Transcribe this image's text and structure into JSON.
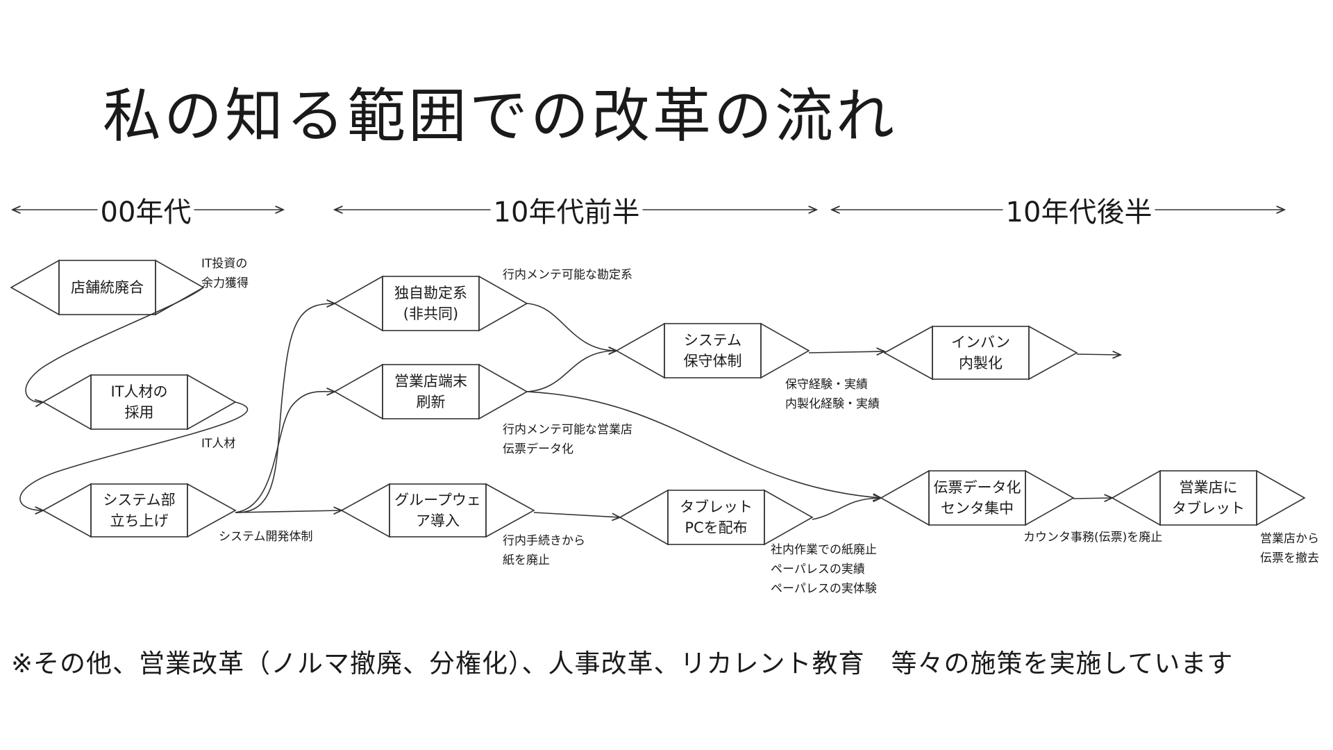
{
  "title": "私の知る範囲での改革の流れ",
  "eras": {
    "e1": "00年代",
    "e2": "10年代前半",
    "e3": "10年代後半"
  },
  "nodes": {
    "n1": "店舗統廃合",
    "n2": "IT人材の\n採用",
    "n3": "システム部\n立ち上げ",
    "n4": "独自勘定系\n(非共同)",
    "n5": "営業店端末\n刷新",
    "n6": "グループウェ\nア導入",
    "n7": "システム\n保守体制",
    "n8": "タブレット\nPCを配布",
    "n9": "インバン\n内製化",
    "n10": "伝票データ化\nセンタ集中",
    "n11": "営業店に\nタブレット"
  },
  "annotations": {
    "a1": "IT投資の\n余力獲得",
    "a2": "IT人材",
    "a3": "システム開発体制",
    "a4": "行内メンテ可能な勘定系",
    "a5": "行内メンテ可能な営業店\n伝票データ化",
    "a6": "行内手続きから\n紙を廃止",
    "a7": "保守経験・実績\n内製化経験・実績",
    "a8": "社内作業での紙廃止\nペーパレスの実績\nペーパレスの実体験",
    "a9": "カウンタ事務(伝票)を廃止",
    "a10": "営業店から\n伝票を撤去"
  },
  "footnote": "※その他、営業改革（ノルマ撤廃、分権化）、人事改革、リカレント教育　等々の施策を実施しています"
}
